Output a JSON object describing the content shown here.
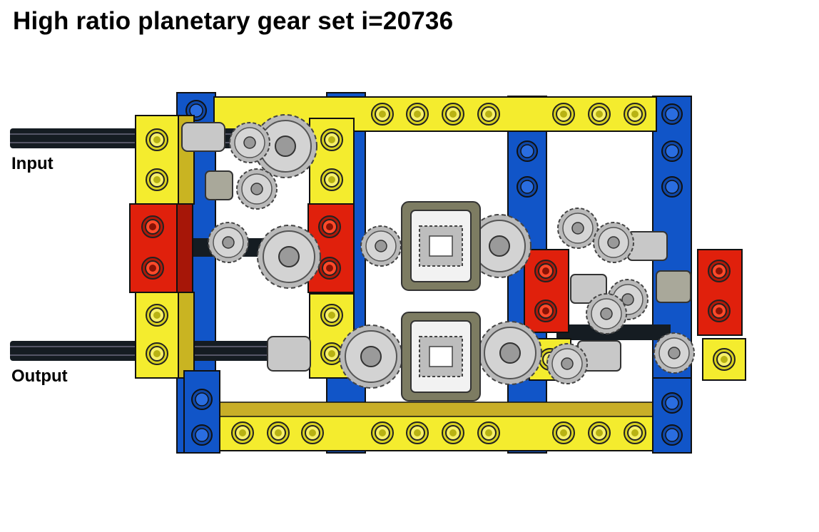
{
  "title": "High ratio planetary gear set i=20736",
  "labels": {
    "input": "Input",
    "output": "Output"
  },
  "colors": {
    "yellow_brick": "#f4ec2e",
    "blue_beam": "#1155c8",
    "red_brick": "#e0200c",
    "light_gray": "#c8c8c8",
    "dark_gray": "#6f6e58",
    "axle_black": "#151c22"
  }
}
